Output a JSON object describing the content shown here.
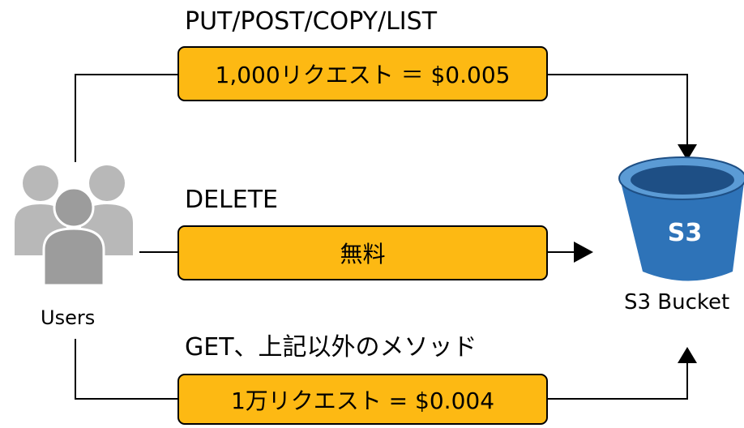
{
  "flows": {
    "put": {
      "method_label": "PUT/POST/COPY/LIST",
      "price": "1,000リクエスト ＝ $0.005"
    },
    "delete": {
      "method_label": "DELETE",
      "price": "無料"
    },
    "get": {
      "method_label": "GET、上記以外のメソッド",
      "price": "1万リクエスト = $0.004"
    }
  },
  "users": {
    "label": "Users",
    "icon": "users-icon"
  },
  "bucket": {
    "label": "S3 Bucket",
    "badge": "S3",
    "icon": "s3-bucket-icon"
  },
  "colors": {
    "price_box": "#FDB913",
    "bucket_blue": "#2E73B8",
    "bucket_dark": "#1E4F85",
    "users_gray": "#AAAAAA"
  }
}
